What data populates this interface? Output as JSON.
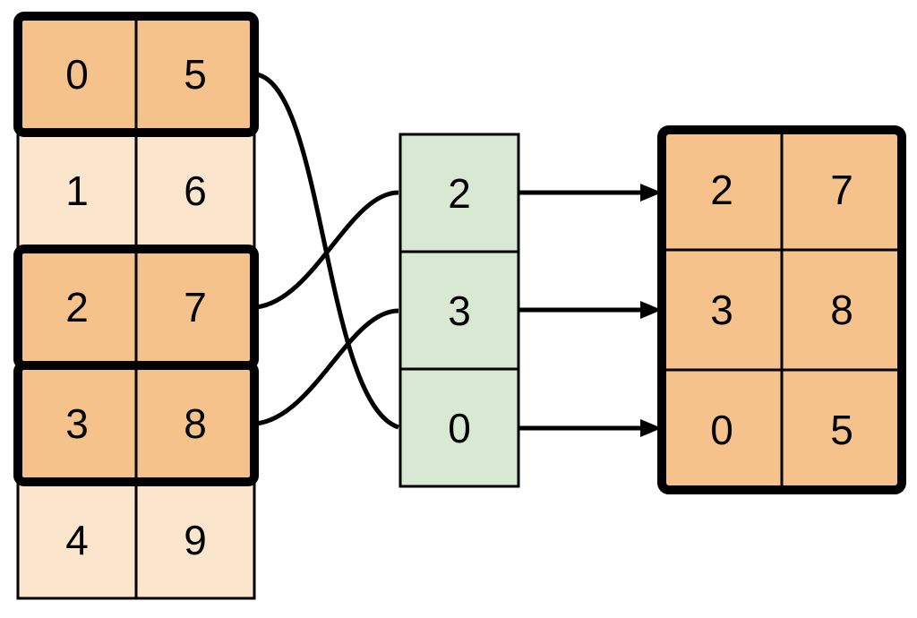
{
  "colors": {
    "background": "#FFFFFF",
    "highlight_fill": "#F6C28B",
    "muted_fill": "#FBE5CC",
    "index_fill": "#D8E8D2",
    "line": "#000000"
  },
  "source_table": {
    "rows": [
      {
        "cells": [
          "0",
          "5"
        ],
        "highlighted": true
      },
      {
        "cells": [
          "1",
          "6"
        ],
        "highlighted": false
      },
      {
        "cells": [
          "2",
          "7"
        ],
        "highlighted": true
      },
      {
        "cells": [
          "3",
          "8"
        ],
        "highlighted": true
      },
      {
        "cells": [
          "4",
          "9"
        ],
        "highlighted": false
      }
    ]
  },
  "index_column": {
    "cells": [
      "2",
      "3",
      "0"
    ]
  },
  "result_table": {
    "rows": [
      {
        "cells": [
          "2",
          "7"
        ]
      },
      {
        "cells": [
          "3",
          "8"
        ]
      },
      {
        "cells": [
          "0",
          "5"
        ]
      }
    ]
  }
}
